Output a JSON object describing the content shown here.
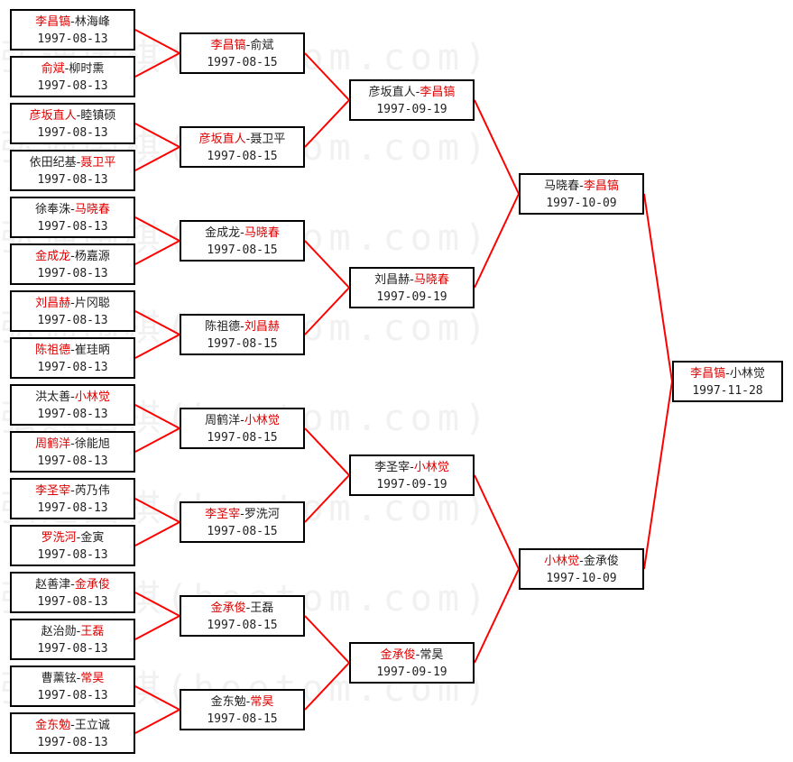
{
  "watermark": "弘通围棋(hoetom.com)",
  "colors": {
    "winner": "#e00000",
    "line": "#ff0000",
    "border": "#000000"
  },
  "rounds": [
    [
      {
        "p1": "李昌镐",
        "p2": "林海峰",
        "winner": 1,
        "date": "1997-08-13"
      },
      {
        "p1": "俞斌",
        "p2": "柳时熏",
        "winner": 1,
        "date": "1997-08-13"
      },
      {
        "p1": "彦坂直人",
        "p2": "睦镇硕",
        "winner": 1,
        "date": "1997-08-13"
      },
      {
        "p1": "依田纪基",
        "p2": "聂卫平",
        "winner": 2,
        "date": "1997-08-13"
      },
      {
        "p1": "徐奉洙",
        "p2": "马晓春",
        "winner": 2,
        "date": "1997-08-13"
      },
      {
        "p1": "金成龙",
        "p2": "杨嘉源",
        "winner": 1,
        "date": "1997-08-13"
      },
      {
        "p1": "刘昌赫",
        "p2": "片冈聪",
        "winner": 1,
        "date": "1997-08-13"
      },
      {
        "p1": "陈祖德",
        "p2": "崔珪昞",
        "winner": 1,
        "date": "1997-08-13"
      },
      {
        "p1": "洪太善",
        "p2": "小林觉",
        "winner": 2,
        "date": "1997-08-13"
      },
      {
        "p1": "周鹤洋",
        "p2": "徐能旭",
        "winner": 1,
        "date": "1997-08-13"
      },
      {
        "p1": "李圣宰",
        "p2": "芮乃伟",
        "winner": 1,
        "date": "1997-08-13"
      },
      {
        "p1": "罗洗河",
        "p2": "金寅",
        "winner": 1,
        "date": "1997-08-13"
      },
      {
        "p1": "赵善津",
        "p2": "金承俊",
        "winner": 2,
        "date": "1997-08-13"
      },
      {
        "p1": "赵治勋",
        "p2": "王磊",
        "winner": 2,
        "date": "1997-08-13"
      },
      {
        "p1": "曹薰铉",
        "p2": "常昊",
        "winner": 2,
        "date": "1997-08-13"
      },
      {
        "p1": "金东勉",
        "p2": "王立诚",
        "winner": 1,
        "date": "1997-08-13"
      }
    ],
    [
      {
        "p1": "李昌镐",
        "p2": "俞斌",
        "winner": 1,
        "date": "1997-08-15"
      },
      {
        "p1": "彦坂直人",
        "p2": "聂卫平",
        "winner": 1,
        "date": "1997-08-15"
      },
      {
        "p1": "金成龙",
        "p2": "马晓春",
        "winner": 2,
        "date": "1997-08-15"
      },
      {
        "p1": "陈祖德",
        "p2": "刘昌赫",
        "winner": 2,
        "date": "1997-08-15"
      },
      {
        "p1": "周鹤洋",
        "p2": "小林觉",
        "winner": 2,
        "date": "1997-08-15"
      },
      {
        "p1": "李圣宰",
        "p2": "罗洗河",
        "winner": 1,
        "date": "1997-08-15"
      },
      {
        "p1": "金承俊",
        "p2": "王磊",
        "winner": 1,
        "date": "1997-08-15"
      },
      {
        "p1": "金东勉",
        "p2": "常昊",
        "winner": 2,
        "date": "1997-08-15"
      }
    ],
    [
      {
        "p1": "彦坂直人",
        "p2": "李昌镐",
        "winner": 2,
        "date": "1997-09-19"
      },
      {
        "p1": "刘昌赫",
        "p2": "马晓春",
        "winner": 2,
        "date": "1997-09-19"
      },
      {
        "p1": "李圣宰",
        "p2": "小林觉",
        "winner": 2,
        "date": "1997-09-19"
      },
      {
        "p1": "金承俊",
        "p2": "常昊",
        "winner": 1,
        "date": "1997-09-19"
      }
    ],
    [
      {
        "p1": "马晓春",
        "p2": "李昌镐",
        "winner": 2,
        "date": "1997-10-09"
      },
      {
        "p1": "小林觉",
        "p2": "金承俊",
        "winner": 1,
        "date": "1997-10-09"
      }
    ],
    [
      {
        "p1": "李昌镐",
        "p2": "小林觉",
        "winner": 1,
        "date": "1997-11-28"
      }
    ]
  ]
}
